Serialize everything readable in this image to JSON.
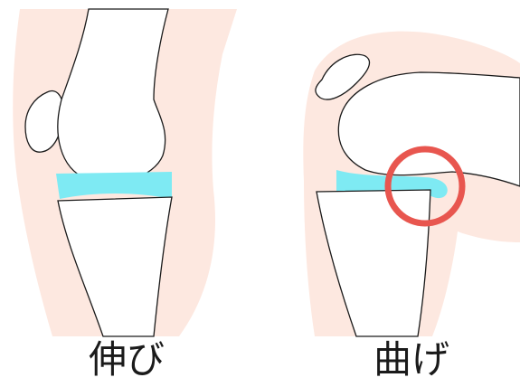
{
  "panels": [
    {
      "id": "extension",
      "caption": "伸び"
    },
    {
      "id": "flexion",
      "caption": "曲げ"
    }
  ],
  "colors": {
    "skin": "#fde8e0",
    "bone": "#ffffff",
    "outline": "#1a1a1a",
    "cartilage": "#7eeaf3",
    "highlight_ring": "#e8564f"
  }
}
